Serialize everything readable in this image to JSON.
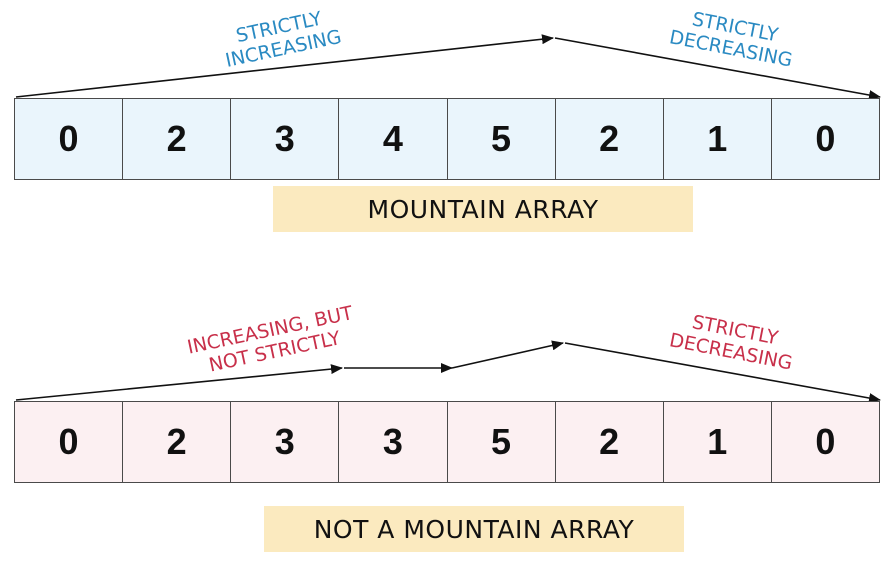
{
  "mountain": {
    "values": [
      "0",
      "2",
      "3",
      "4",
      "5",
      "2",
      "1",
      "0"
    ],
    "label_increasing": [
      "STRICTLY",
      "INCREASING"
    ],
    "label_decreasing": [
      "STRICTLY",
      "DECREASING"
    ],
    "caption": "MOUNTAIN ARRAY"
  },
  "not_mountain": {
    "values": [
      "0",
      "2",
      "3",
      "3",
      "5",
      "2",
      "1",
      "0"
    ],
    "label_increasing": [
      "INCREASING, BUT",
      "NOT STRICTLY"
    ],
    "label_decreasing": [
      "STRICTLY",
      "DECREASING"
    ],
    "caption": "NOT A MOUNTAIN ARRAY"
  },
  "colors": {
    "top_cell_bg": "#eaf5fc",
    "bottom_cell_bg": "#fcf0f2",
    "caption_bg": "#fbeabf",
    "top_label": "#2a8ac2",
    "bottom_label": "#c8304a"
  }
}
